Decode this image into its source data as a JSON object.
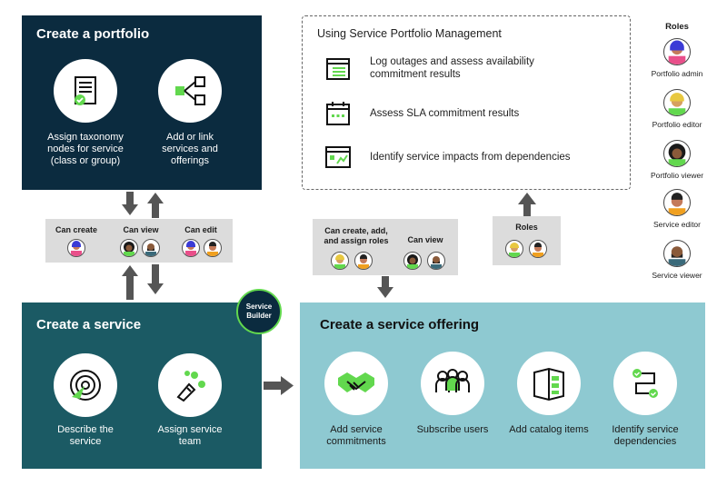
{
  "portfolio": {
    "title": "Create a portfolio",
    "items": [
      {
        "label": "Assign taxonomy nodes for service (class or group)",
        "icon": "taxonomy-document-icon"
      },
      {
        "label": "Add or link services and offerings",
        "icon": "link-nodes-icon"
      }
    ]
  },
  "service": {
    "title": "Create a service",
    "badge": "Service Builder",
    "items": [
      {
        "label": "Describe the service",
        "icon": "target-pointer-icon"
      },
      {
        "label": "Assign service team",
        "icon": "team-hand-icon"
      }
    ]
  },
  "offering": {
    "title": "Create a service offering",
    "items": [
      {
        "label": "Add service commitments",
        "icon": "handshake-icon"
      },
      {
        "label": "Subscribe users",
        "icon": "users-group-icon"
      },
      {
        "label": "Add catalog items",
        "icon": "catalog-book-icon"
      },
      {
        "label": "Identify service dependencies",
        "icon": "dependencies-icon"
      }
    ]
  },
  "usage": {
    "title": "Using Service Portfolio Management",
    "items": [
      {
        "label": "Log outages and assess availability commitment results",
        "icon": "calendar-list-icon"
      },
      {
        "label": "Assess SLA commitment results",
        "icon": "calendar-dots-icon"
      },
      {
        "label": "Identify service impacts from dependencies",
        "icon": "chart-window-icon"
      }
    ]
  },
  "access_portfolio": {
    "can_create": "Can create",
    "can_view": "Can view",
    "can_edit": "Can edit"
  },
  "access_offering": {
    "can_create": "Can create, add, and assign roles",
    "can_view": "Can view"
  },
  "roles_box": {
    "label": "Roles"
  },
  "roles_legend": {
    "title": "Roles",
    "items": [
      {
        "label": "Portfolio admin"
      },
      {
        "label": "Portfolio editor"
      },
      {
        "label": "Portfolio viewer"
      },
      {
        "label": "Service editor"
      },
      {
        "label": "Service viewer"
      }
    ]
  },
  "colors": {
    "portfolio_bg": "#0b2b3f",
    "service_bg": "#1b5a64",
    "offering_bg": "#8ec9d1",
    "accent_green": "#62d84e",
    "arrow": "#555555"
  }
}
